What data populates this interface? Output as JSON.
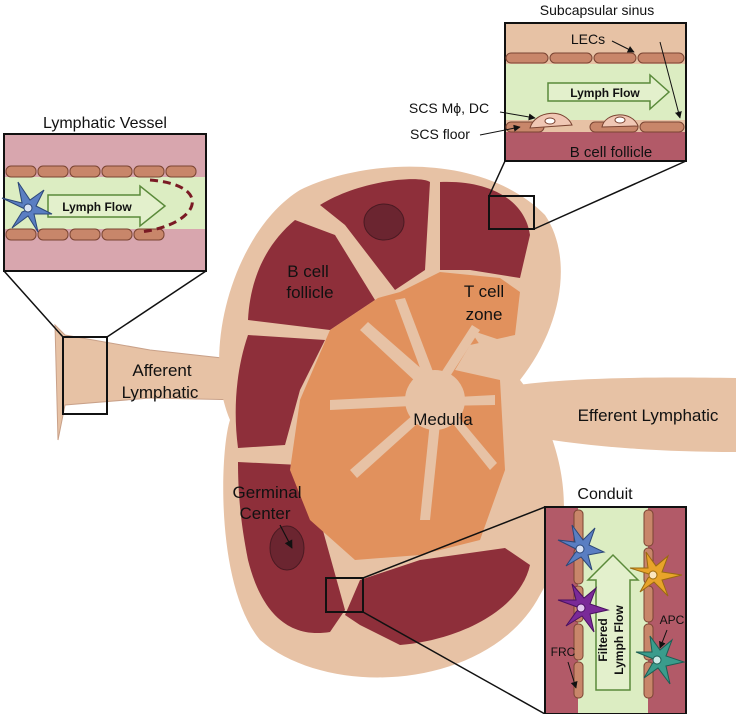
{
  "colors": {
    "lymph_fluid": "#dcedc2",
    "node_tan": "#e7c2a5",
    "b_follicle": "#8e2f3a",
    "t_zone": "#e1915d",
    "germinal_center": "#6b2530",
    "lec_cell": "#c8866a",
    "frc_cell": "#c8866a",
    "tissue_pink": "#d8a6ae",
    "dc_blue": "#5a7ec2",
    "dc_purple": "#7a2a98",
    "dc_yellow": "#e8a42a",
    "dc_teal": "#3a9c8c"
  },
  "labels": {
    "lymphatic_vessel_title": "Lymphatic Vessel",
    "lymph_flow": "Lymph Flow",
    "subcapsular_sinus_title": "Subcapsular sinus",
    "lecs": "LECs",
    "scs_mphi_dc": "SCS Mϕ, DC",
    "scs_floor": "SCS floor",
    "lymph_flow_scs": "Lymph Flow",
    "b_cell_follicle_scs": "B cell follicle",
    "b_cell_follicle_line1": "B cell",
    "b_cell_follicle_line2": "follicle",
    "t_cell_line1": "T cell",
    "t_cell_line2": "zone",
    "afferent_line1": "Afferent",
    "afferent_line2": "Lymphatic",
    "medulla": "Medulla",
    "efferent": "Efferent Lymphatic",
    "germinal_line1": "Germinal",
    "germinal_line2": "Center",
    "conduit_title": "Conduit",
    "filtered_line1": "Filtered",
    "filtered_line2": "Lymph Flow",
    "apc": "APC",
    "frc": "FRC"
  }
}
